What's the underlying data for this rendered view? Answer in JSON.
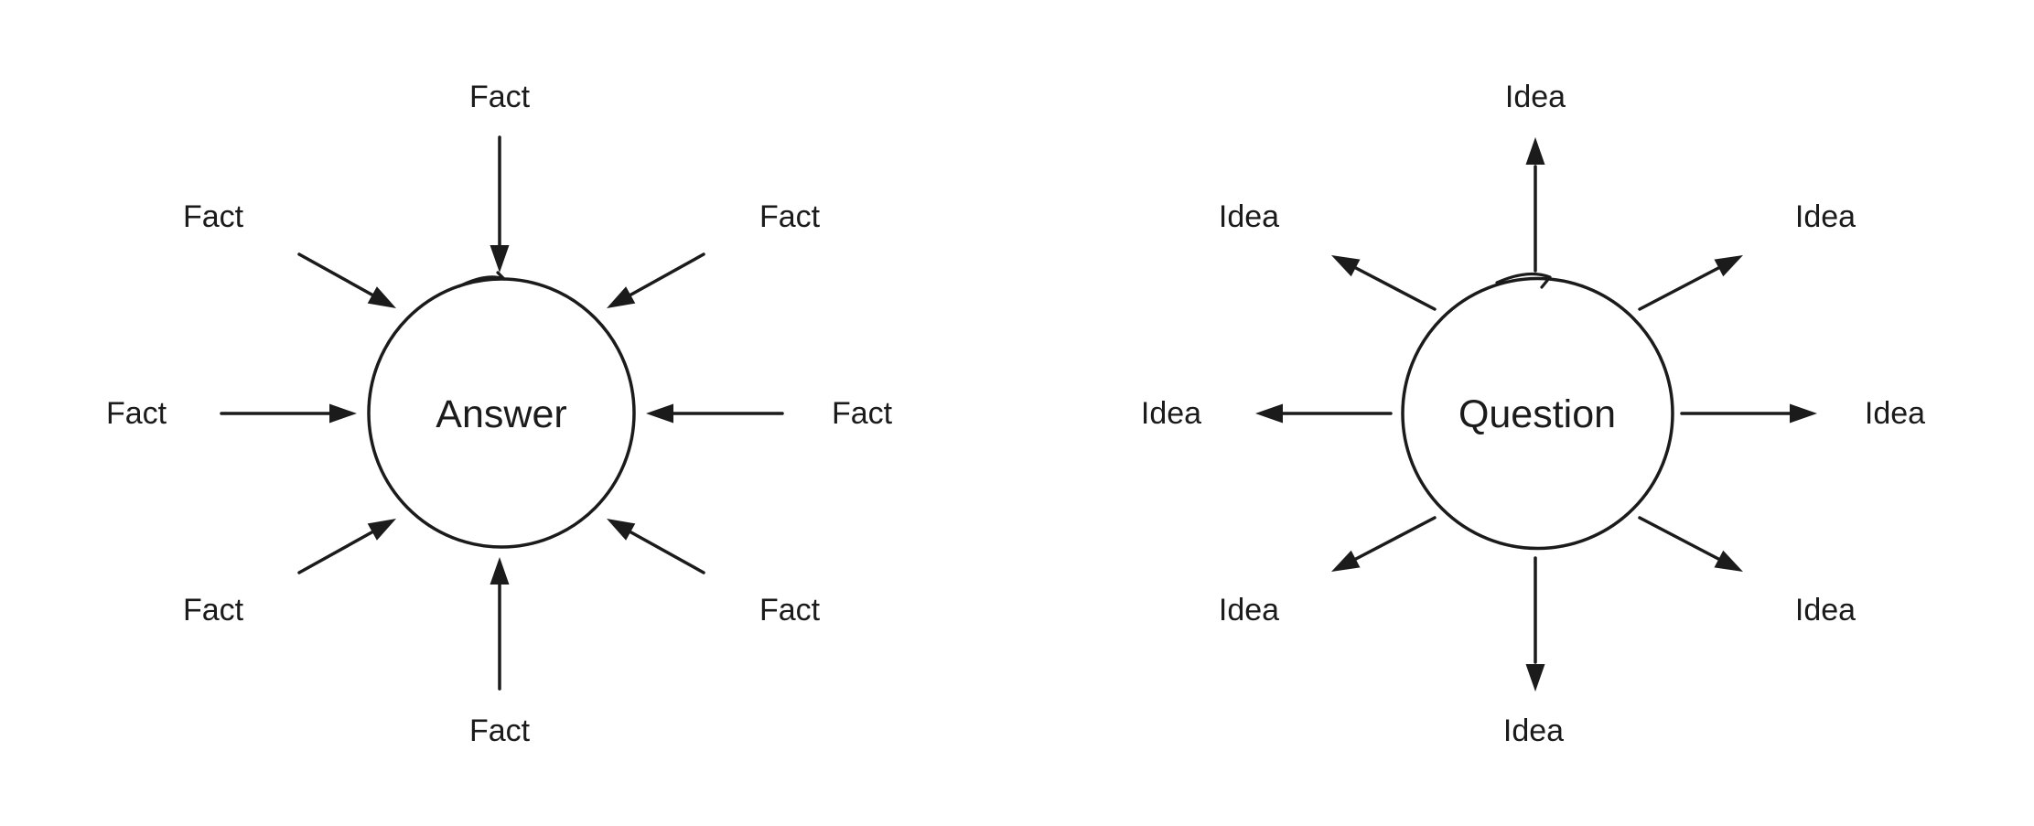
{
  "page": {
    "background_color": "#ffffff",
    "ink_color": "#1b1b1b"
  },
  "diagrams": [
    {
      "name": "facts-into-answer",
      "center_label": "Answer",
      "arrow_direction": "inward",
      "spokes": [
        {
          "position": "top",
          "label": "Fact"
        },
        {
          "position": "top-right",
          "label": "Fact"
        },
        {
          "position": "right",
          "label": "Fact"
        },
        {
          "position": "bottom-right",
          "label": "Fact"
        },
        {
          "position": "bottom",
          "label": "Fact"
        },
        {
          "position": "bottom-left",
          "label": "Fact"
        },
        {
          "position": "left",
          "label": "Fact"
        },
        {
          "position": "top-left",
          "label": "Fact"
        }
      ]
    },
    {
      "name": "question-into-ideas",
      "center_label": "Question",
      "arrow_direction": "outward",
      "spokes": [
        {
          "position": "top",
          "label": "Idea"
        },
        {
          "position": "top-right",
          "label": "Idea"
        },
        {
          "position": "right",
          "label": "Idea"
        },
        {
          "position": "bottom-right",
          "label": "Idea"
        },
        {
          "position": "bottom",
          "label": "Idea"
        },
        {
          "position": "bottom-left",
          "label": "Idea"
        },
        {
          "position": "left",
          "label": "Idea"
        },
        {
          "position": "top-left",
          "label": "Idea"
        }
      ]
    }
  ]
}
